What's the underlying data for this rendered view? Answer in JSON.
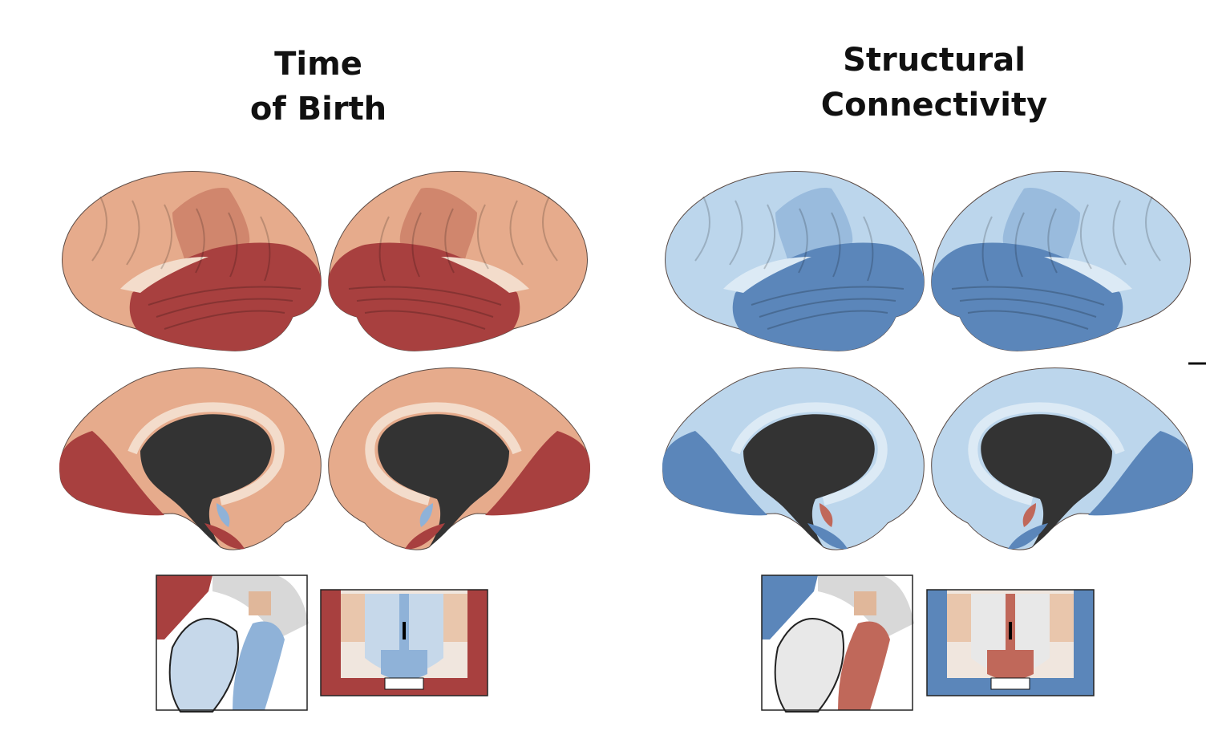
{
  "panels": [
    {
      "title_line1": "Time",
      "title_line2": "of Birth",
      "colors": {
        "light": "#e6ab8c",
        "mid": "#c87a63",
        "dark": "#a8403f",
        "pale": "#f3dccb",
        "inset_contrast": "#8fb2d8",
        "inset_contrast_light": "#c6d8ea"
      }
    },
    {
      "title_line1": "Structural",
      "title_line2": "Connectivity",
      "colors": {
        "light": "#bcd6ec",
        "mid": "#8db2d8",
        "dark": "#5b86ba",
        "pale": "#dceaf5",
        "inset_contrast": "#c0685a",
        "inset_contrast_light": "#e8e8e8"
      }
    }
  ],
  "core_color": "#333333"
}
